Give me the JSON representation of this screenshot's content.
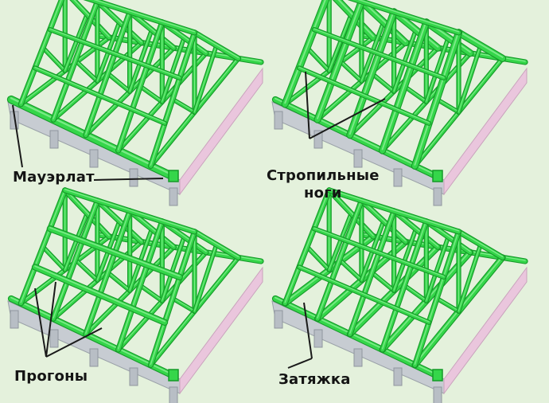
{
  "colors": {
    "background": "#e4f1dc",
    "frame_green": "#35d64a",
    "frame_dark": "#159a28",
    "frame_light": "#8cf096",
    "wall_gray": "#c7ccd2",
    "wall_pink": "#eac6dd",
    "leader_line": "#1a1a1a"
  },
  "panels": [
    {
      "label": "Мауэрлат",
      "highlight": "mauerlat-icon"
    },
    {
      "label": "Стропильные\nноги",
      "highlight": "rafter-legs-icon"
    },
    {
      "label": "Прогоны",
      "highlight": "purlins-icon"
    },
    {
      "label": "Затяжка",
      "highlight": "tie-beam-icon"
    }
  ]
}
